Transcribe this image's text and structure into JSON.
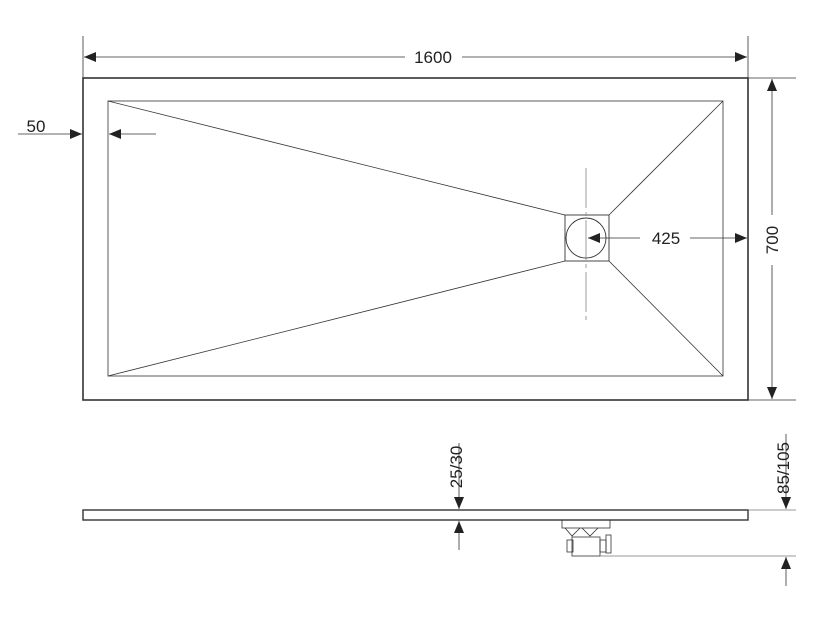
{
  "drawing": {
    "dimensions": {
      "length": "1600",
      "width": "700",
      "rim": "50",
      "drain_offset": "425",
      "tray_thickness": "25/30",
      "total_height": "85/105"
    },
    "colors": {
      "line": "#333333",
      "thin": "#555555",
      "background": "#ffffff"
    }
  }
}
